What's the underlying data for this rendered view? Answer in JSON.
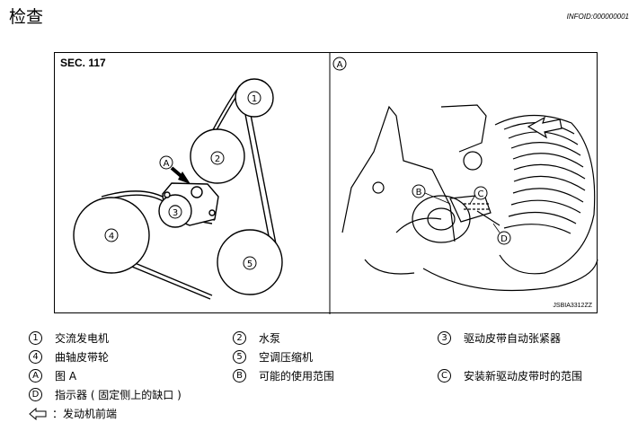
{
  "header": {
    "title": "检查",
    "info_id": "INFOID:000000001"
  },
  "figure": {
    "section_label": "SEC. 117",
    "panel_a_label": "A",
    "figure_code": "JSBIA3312ZZ",
    "callouts": {
      "c1": "1",
      "c2": "2",
      "c3": "3",
      "c4": "4",
      "c5": "5",
      "cA": "A",
      "cB": "B",
      "cC": "C",
      "cD": "D"
    }
  },
  "legend": {
    "items": [
      {
        "symbol": "1",
        "text": "交流发电机"
      },
      {
        "symbol": "2",
        "text": "水泵"
      },
      {
        "symbol": "3",
        "text": "驱动皮带自动张紧器"
      },
      {
        "symbol": "4",
        "text": "曲轴皮带轮"
      },
      {
        "symbol": "5",
        "text": "空调压缩机"
      },
      {
        "symbol": "A",
        "text": "图 A"
      },
      {
        "symbol": "B",
        "text": "可能的使用范围"
      },
      {
        "symbol": "C",
        "text": "安装新驱动皮带时的范围"
      },
      {
        "symbol": "D",
        "text": "指示器 ( 固定侧上的缺口 )"
      }
    ],
    "arrow_text": "：发动机前端"
  }
}
